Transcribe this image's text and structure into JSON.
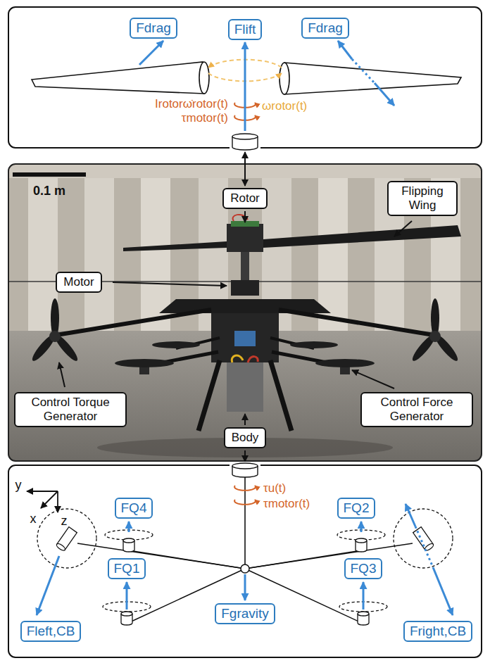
{
  "diagram": {
    "nodes": [
      {
        "text": [
          "Fdrag"
        ]
      },
      {
        "text": [
          "Flift"
        ]
      },
      {
        "text": [
          "Fdrag"
        ]
      },
      {
        "text": [
          "Rotor"
        ]
      },
      {
        "text": [
          "Flipping Wing"
        ]
      },
      {
        "text": [
          "Motor"
        ]
      },
      {
        "text": [
          "Control Torque Generator"
        ]
      },
      {
        "text": [
          "Body"
        ]
      },
      {
        "text": [
          "Control Force Generator"
        ]
      },
      {
        "text": [
          "FQ4"
        ]
      },
      {
        "text": [
          "FQ2"
        ]
      },
      {
        "text": [
          "FQ1"
        ]
      },
      {
        "text": [
          "FQ3"
        ]
      },
      {
        "text": [
          "Fgravity"
        ]
      },
      {
        "text": [
          "Fleft,CB"
        ]
      },
      {
        "text": [
          "Fright,CB"
        ]
      }
    ],
    "labels": [
      "Irotorω̇rotor(t)",
      "ωrotor(t)",
      "τmotor(t)",
      "0.1 m",
      "y",
      "x",
      "z",
      "τu(t)",
      "τmotor(t)"
    ]
  }
}
